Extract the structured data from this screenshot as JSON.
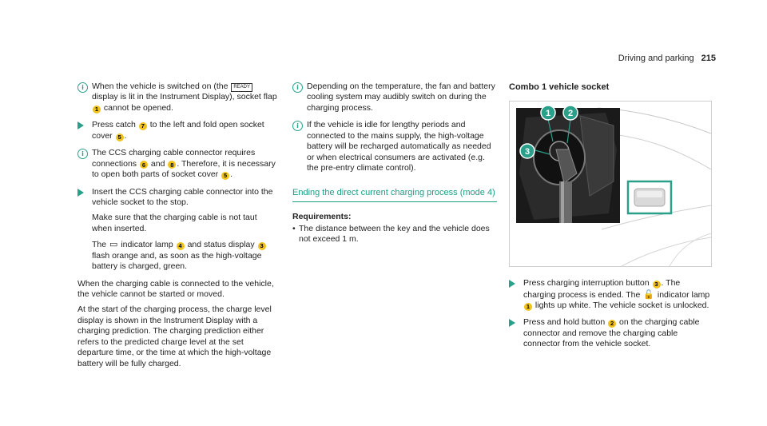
{
  "header": {
    "section": "Driving and parking",
    "page": "215"
  },
  "col1": {
    "info1": {
      "pre": "When the vehicle is switched on (the",
      "sym": "READY",
      "post": "display is lit in the Instrument Display), socket flap",
      "n1": "1",
      "post2": "cannot be opened."
    },
    "step1": {
      "pre": "Press catch",
      "n1": "7",
      "mid": "to the left and fold open socket cover",
      "n2": "5",
      "post": "."
    },
    "info2": {
      "pre": "The CCS charging cable connector requires connections",
      "n1": "6",
      "mid": "and",
      "n2": "8",
      "post": ". Therefore, it is necessary to open both parts of socket cover",
      "n3": "5",
      "end": "."
    },
    "step2": {
      "line1": "Insert the CCS charging cable connector into the vehicle socket to the stop.",
      "line2": "Make sure that the charging cable is not taut when inserted.",
      "l3pre": "The",
      "l3sym": "▭",
      "l3mid": "indicator lamp",
      "n1": "4",
      "l3mid2": "and status display",
      "n2": "3",
      "l3post": "flash orange and, as soon as the high-voltage battery is charged, green."
    },
    "para1": "When the charging cable is connected to the vehicle, the vehicle cannot be started or moved.",
    "para2": "At the start of the charging process, the charge level display is shown in the Instrument Display with a charging prediction. The charging prediction either refers to the predicted charge level at the set departure time, or the time at which the high-voltage battery will be fully charged."
  },
  "col2": {
    "info1": "Depending on the temperature, the fan and battery cooling system may audibly switch on during the charging process.",
    "info2": "If the vehicle is idle for lengthy periods and connected to the mains supply, the high-voltage battery will be recharged automatically as needed or when electrical consumers are activated (e.g. the pre-entry climate control).",
    "heading": "Ending the direct current charging process (mode 4)",
    "req_title": "Requirements:",
    "req_item": "The distance between the key and the vehicle does not exceed 1 m."
  },
  "col3": {
    "fig_title": "Combo 1 vehicle socket",
    "fig_labels": [
      "1",
      "2",
      "3"
    ],
    "step1": {
      "pre": "Press charging interruption button",
      "n1": "3",
      "mid": ". The charging process is ended. The",
      "sym": "🔓",
      "mid2": "indicator lamp",
      "n2": "1",
      "post": "lights up white. The vehicle socket is unlocked."
    },
    "step2": {
      "pre": "Press and hold button",
      "n1": "2",
      "post": "on the charging cable connector and remove the charging cable connector from the vehicle socket."
    }
  },
  "colors": {
    "accent": "#1aa087",
    "badge": "#f0c21b"
  },
  "icons": {
    "info": "info-icon",
    "step": "step-arrow-icon"
  }
}
